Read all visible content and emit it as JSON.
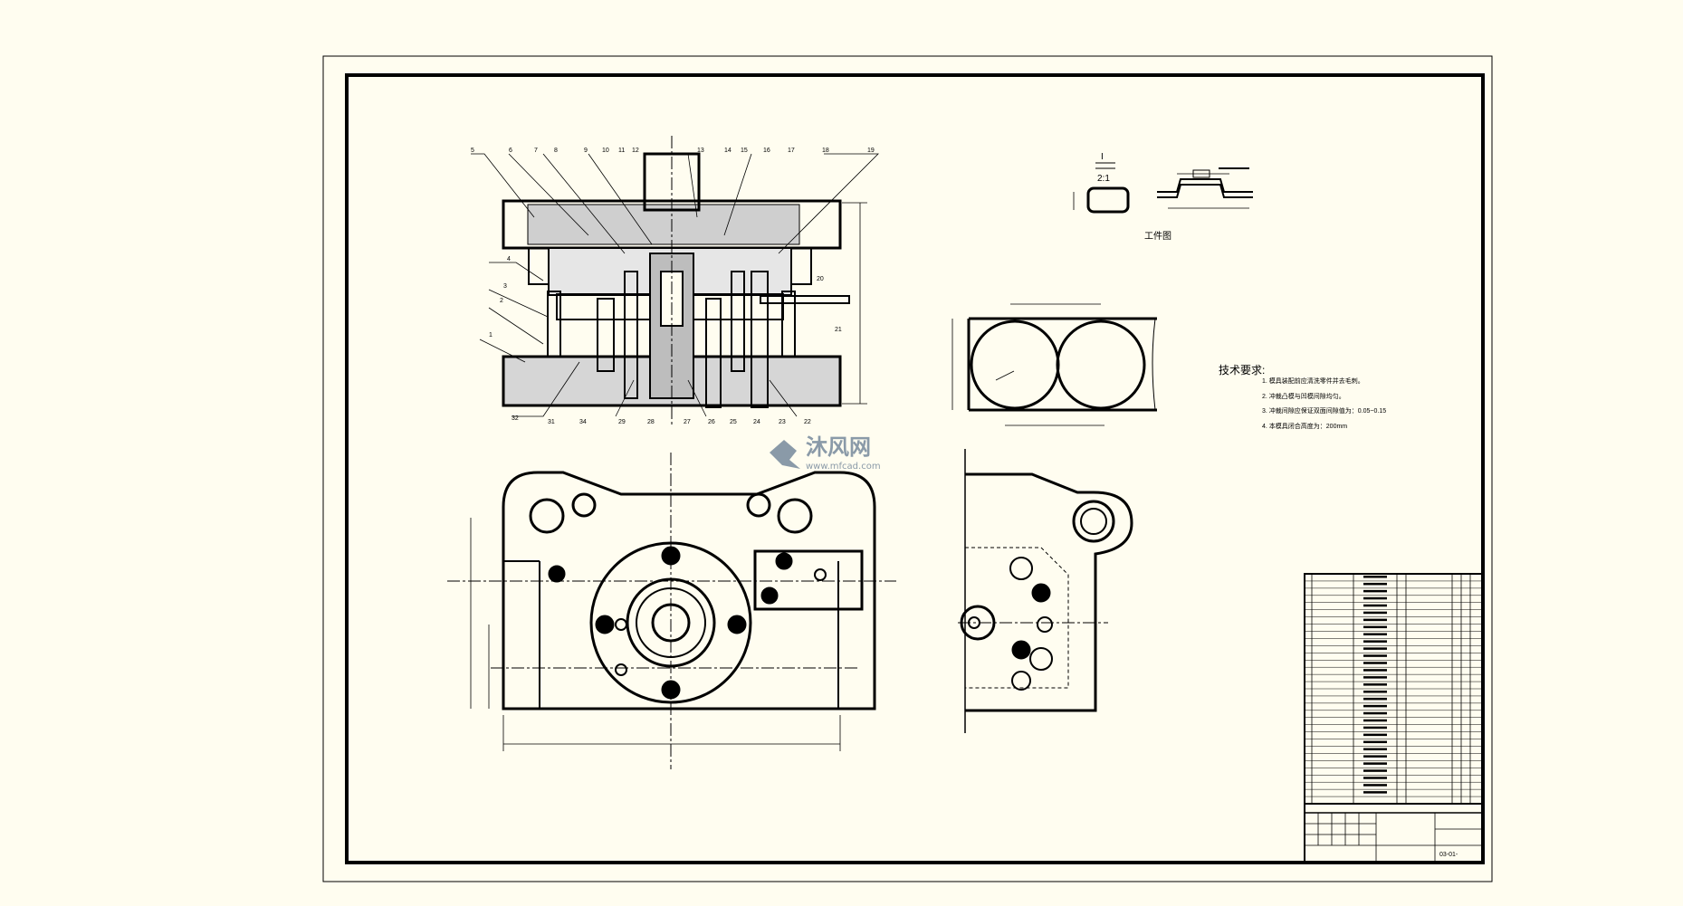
{
  "drawing": {
    "part_numbers_top": [
      "5",
      "6",
      "7",
      "8",
      "9",
      "10",
      "11",
      "12",
      "13",
      "14",
      "15",
      "16",
      "17",
      "18",
      "19"
    ],
    "part_numbers_left": [
      "4",
      "3",
      "2",
      "1"
    ],
    "part_numbers_bottom": [
      "32",
      "31",
      "34",
      "29",
      "28",
      "27",
      "26",
      "25",
      "24",
      "23",
      "22"
    ],
    "part_numbers_right": [
      "20",
      "21"
    ],
    "section_mark": "I",
    "detail_scale": "2:1",
    "workpiece_caption": "工件图",
    "tech_requirements_title": "技术要求:",
    "tech_requirements": [
      "1. 模具装配前应清洗零件并去毛刺。",
      "2. 冲裁凸模与凹模间隙均匀。",
      "3. 冲裁间隙应保证双面间隙值为：0.05~0.15",
      "4. 本模具闭合高度为：200mm"
    ],
    "drawing_number": "03-01-",
    "watermark_brand": "沐风网",
    "watermark_url": "www.mfcad.com"
  },
  "colors": {
    "background": "#fffdf0",
    "line": "#000000",
    "watermark": "#8a9aa8"
  }
}
